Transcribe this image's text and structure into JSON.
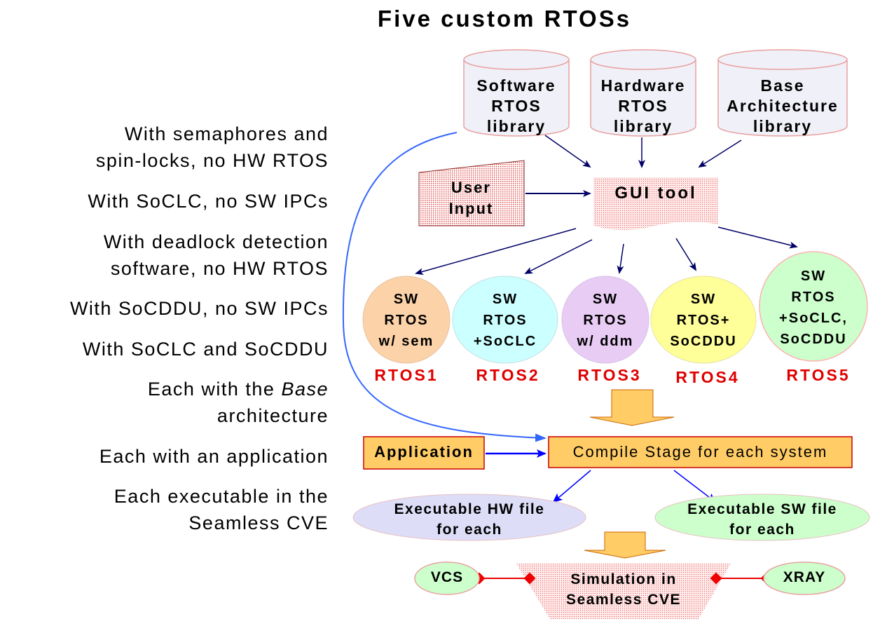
{
  "title": "Five custom RTOSs",
  "left_notes": {
    "n1a": "With semaphores and",
    "n1b": "spin-locks,  no HW RTOS",
    "n2": "With SoCLC, no SW IPCs",
    "n3a": "With deadlock detection",
    "n3b": "software, no HW RTOS",
    "n4": "With SoCDDU, no SW IPCs",
    "n5": "With SoCLC and SoCDDU",
    "n6a_pre": "Each with the ",
    "n6a_em": "Base",
    "n6b": "architecture",
    "n7": "Each with an application",
    "n8a": "Each executable in the",
    "n8b": "Seamless CVE"
  },
  "libraries": {
    "software": [
      "Software",
      "RTOS",
      "library"
    ],
    "hardware": [
      "Hardware",
      "RTOS",
      "library"
    ],
    "base": [
      "Base",
      "Architecture",
      "library"
    ]
  },
  "user_input": [
    "User",
    "Input"
  ],
  "gui_tool": "GUI tool",
  "rtos_nodes": [
    {
      "lines": [
        "SW",
        "RTOS",
        "w/ sem"
      ],
      "label": "RTOS1",
      "color": "#fcd2a8"
    },
    {
      "lines": [
        "SW",
        "RTOS",
        "+SoCLC"
      ],
      "label": "RTOS2",
      "color": "#ccffff"
    },
    {
      "lines": [
        "SW",
        "RTOS",
        "w/ ddm"
      ],
      "label": "RTOS3",
      "color": "#e8ccf4"
    },
    {
      "lines": [
        "SW",
        "RTOS+",
        "SoCDDU"
      ],
      "label": "RTOS4",
      "color": "#ffff99"
    },
    {
      "lines": [
        "SW",
        "RTOS",
        "+SoCLC,",
        "SoCDDU"
      ],
      "label": "RTOS5",
      "color": "#ccffcc"
    }
  ],
  "application": "Application",
  "compile_stage": "Compile Stage for each system",
  "exe_hw": [
    "Executable HW file",
    "for each"
  ],
  "exe_sw": [
    "Executable SW file",
    "for each"
  ],
  "vcs": "VCS",
  "xray": "XRAY",
  "simulation": [
    "Simulation in",
    "Seamless CVE"
  ],
  "colors": {
    "arrow": "#000066",
    "blue_arrow": "#0000ff",
    "curve": "#3366ff",
    "rtos_label": "#e00000",
    "orange": "#ffcc66",
    "orange_border": "#cc0000",
    "connector": "#ee0000",
    "db_fill": "#f0f0f8",
    "db_border": "#e8a0a0"
  }
}
